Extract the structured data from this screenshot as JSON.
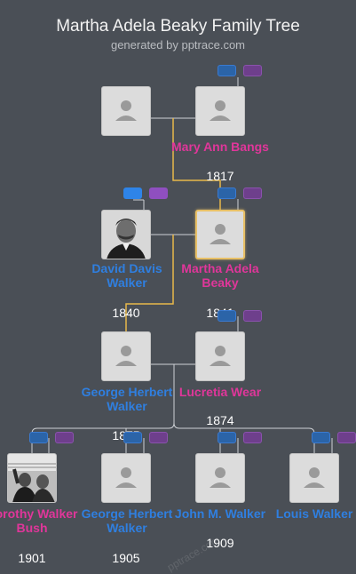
{
  "header": {
    "title": "Martha Adela Beaky Family Tree",
    "subtitle": "generated by pptrace.com"
  },
  "watermark": "pptrace.com",
  "colors": {
    "male": "#2f7fe0",
    "female": "#e0369a",
    "highlight": "#e8c066",
    "background": "#4a4f56"
  },
  "people": {
    "gf1": {
      "name": "",
      "year": ""
    },
    "mary": {
      "name": "Mary Ann Bangs",
      "year": "1817"
    },
    "david": {
      "name": "David Davis Walker",
      "year": "1840"
    },
    "martha": {
      "name": "Martha Adela Beaky",
      "year": "1841"
    },
    "george": {
      "name": "George Herbert Walker",
      "year": "1875"
    },
    "lucretia": {
      "name": "Lucretia Wear",
      "year": "1874"
    },
    "dorothy": {
      "name": "Dorothy Walker Bush",
      "year": "1901"
    },
    "george2": {
      "name": "George Herbert Walker",
      "year": "1905"
    },
    "john": {
      "name": "John M. Walker",
      "year": "1909"
    },
    "louis": {
      "name": "Louis Walker",
      "year": ""
    }
  }
}
